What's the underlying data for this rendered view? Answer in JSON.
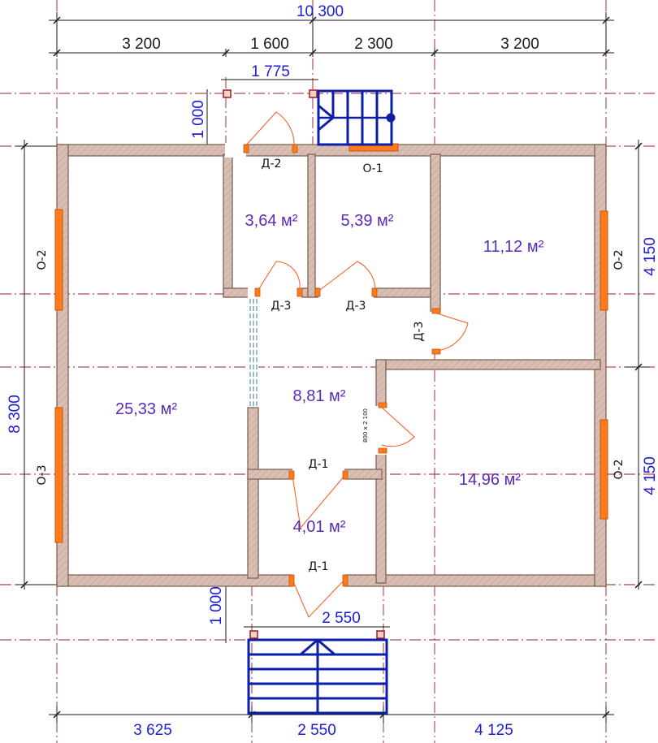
{
  "dimensions": {
    "overall_width": "10 300",
    "top_segments": [
      "3 200",
      "1 600",
      "2 300",
      "3 200"
    ],
    "porch_top_width": "1 775",
    "porch_top_depth": "1 000",
    "overall_height": "8 300",
    "right_upper": "4 150",
    "right_lower": "4 150",
    "porch_bottom_width": "2 550",
    "porch_bottom_depth": "1 000",
    "bottom_segments": [
      "3 625",
      "2 550",
      "4 125"
    ]
  },
  "areas": {
    "living": "25,33 м²",
    "storage_1": "3,64 м²",
    "storage_2": "5,39 м²",
    "room_ne": "11,12 м²",
    "hall": "8,81 м²",
    "room_se": "14,96 м²",
    "vestibule": "4,01 м²"
  },
  "tags": {
    "door_d2": "Д-2",
    "window_o1": "О-1",
    "door_d3_left": "Д-3",
    "door_d3_mid": "Д-3",
    "door_d3_right": "Д-3",
    "door_d1_upper": "Д-1",
    "door_d1_lower": "Д-1",
    "window_o2_left": "О-2",
    "window_o3_left": "О-3",
    "window_o2_right_upper": "О-2",
    "window_o2_right_lower": "О-2",
    "opening_size": "800 x 2 100"
  },
  "colors": {
    "wall_fill": "#d9bfb3",
    "wall_edge": "#7a5a4e",
    "window": "#ff7a1a",
    "door": "#f05a1e",
    "stair": "#0d1fa8",
    "dim_line": "#1a1a1a",
    "axis_line": "#a0182a"
  }
}
